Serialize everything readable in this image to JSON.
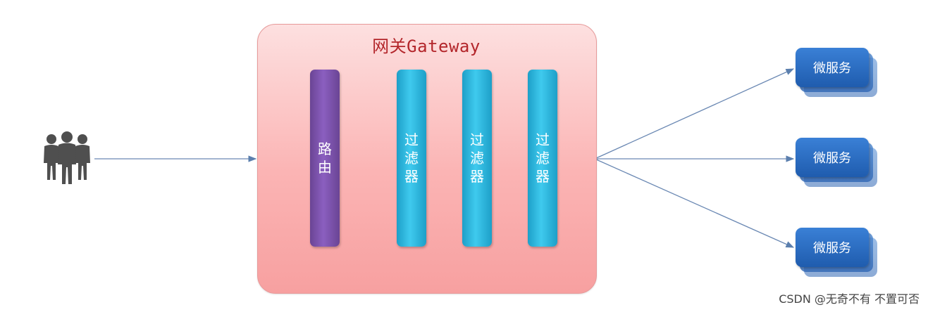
{
  "gateway": {
    "title": "网关Gateway"
  },
  "router": {
    "label": "路由"
  },
  "filters": [
    {
      "label": "过滤器"
    },
    {
      "label": "过滤器"
    },
    {
      "label": "过滤器"
    }
  ],
  "services": [
    {
      "label": "微服务"
    },
    {
      "label": "微服务"
    },
    {
      "label": "微服务"
    }
  ],
  "watermark": "CSDN @无奇不有 不置可否",
  "colors": {
    "gateway_title": "#b3262b",
    "gateway_bg": "#fbb4b4",
    "router": "#7a52ad",
    "filter": "#2fb8e0",
    "service": "#2b6cc4",
    "arrow": "#5b7fae"
  },
  "icons": {
    "users": "users-group-icon"
  }
}
